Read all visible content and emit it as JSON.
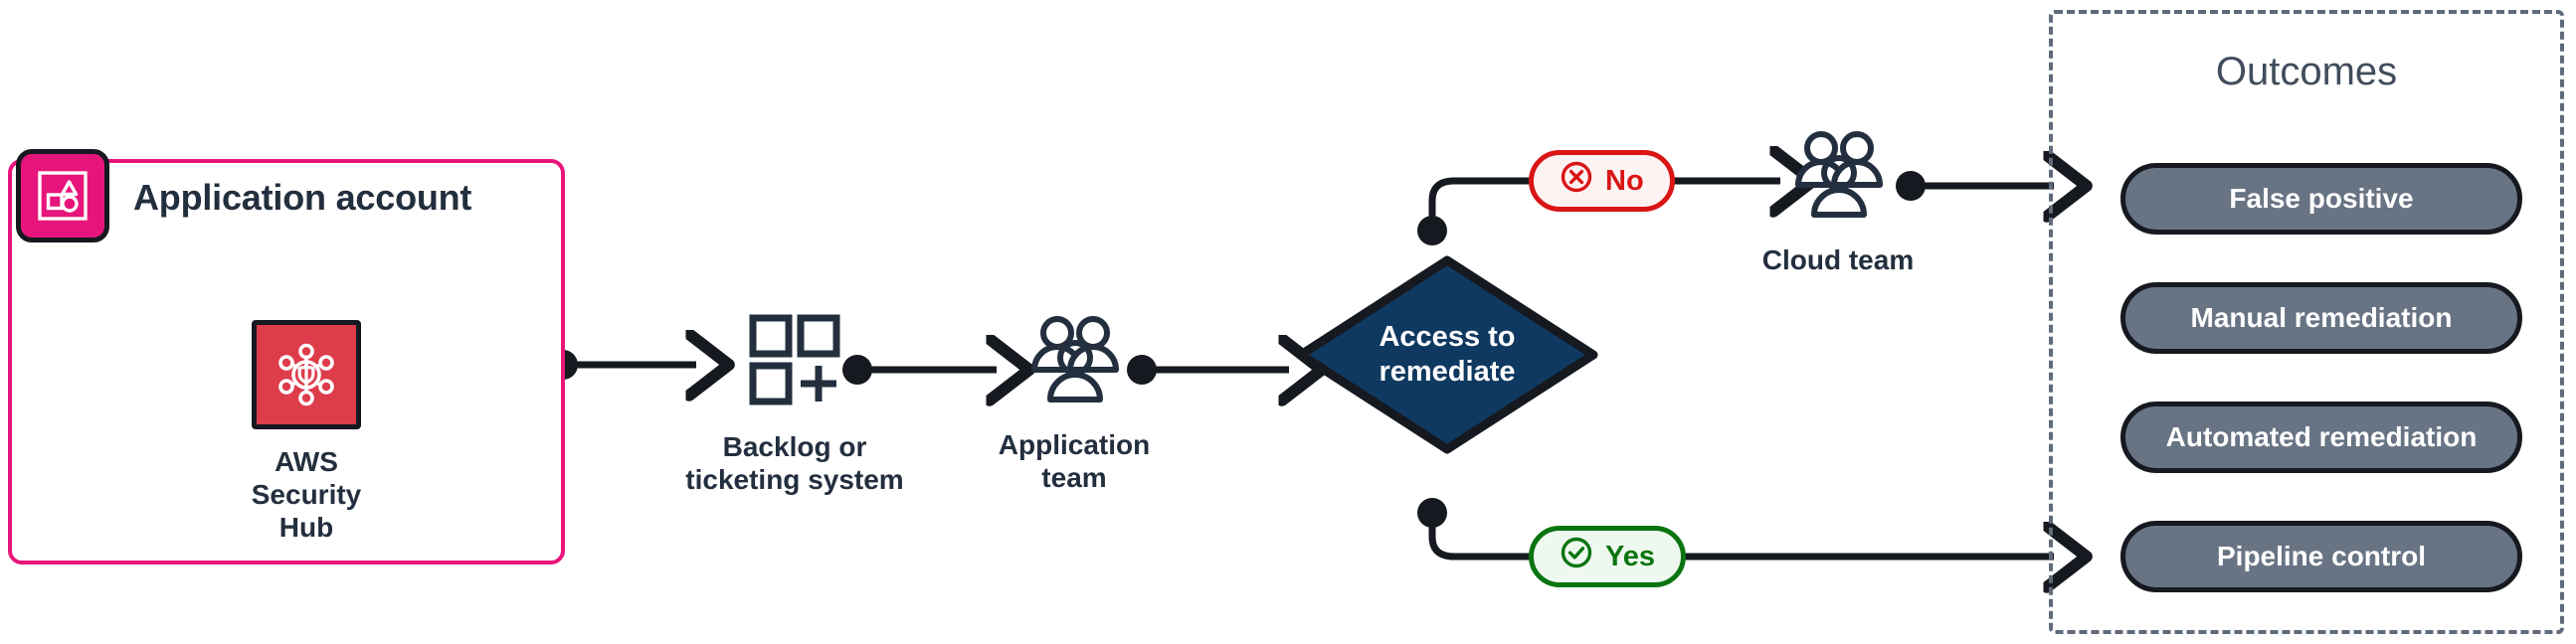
{
  "diagram": {
    "title": "Security finding remediation workflow",
    "colors": {
      "account_border": "#e7157b",
      "account_icon_bg": "#e7157b",
      "service_tile_bg": "#dd3c4b",
      "decision_fill": "#0f3960",
      "outline": "#16191f",
      "text": "#232f3e",
      "no_red": "#d91515",
      "no_fill": "#fdf3f3",
      "yes_green": "#0a7510",
      "yes_fill": "#eff8ef",
      "outcome_pill_bg": "#687484",
      "outcome_border": "#5f6b7a",
      "connector": "#16191f"
    }
  },
  "account": {
    "label": "Application account",
    "icon_name": "application-account-icon",
    "service": {
      "label": "AWS Security Hub",
      "icon_name": "aws-security-hub-icon"
    }
  },
  "nodes": [
    {
      "id": "backlog",
      "label": "Backlog or\nticketing system",
      "icon_name": "backlog-ticketing-icon"
    },
    {
      "id": "app-team",
      "label": "Application\nteam",
      "icon_name": "people-group-icon"
    },
    {
      "id": "cloud-team",
      "label": "Cloud team",
      "icon_name": "people-group-icon"
    }
  ],
  "decision": {
    "label": "Access to\nremediate",
    "branches": [
      {
        "id": "no",
        "label": "No",
        "icon_name": "x-circle-icon"
      },
      {
        "id": "yes",
        "label": "Yes",
        "icon_name": "check-circle-icon"
      }
    ]
  },
  "outcomes": {
    "title": "Outcomes",
    "items": [
      {
        "label": "False positive"
      },
      {
        "label": "Manual remediation"
      },
      {
        "label": "Automated remediation"
      },
      {
        "label": "Pipeline control"
      }
    ]
  }
}
